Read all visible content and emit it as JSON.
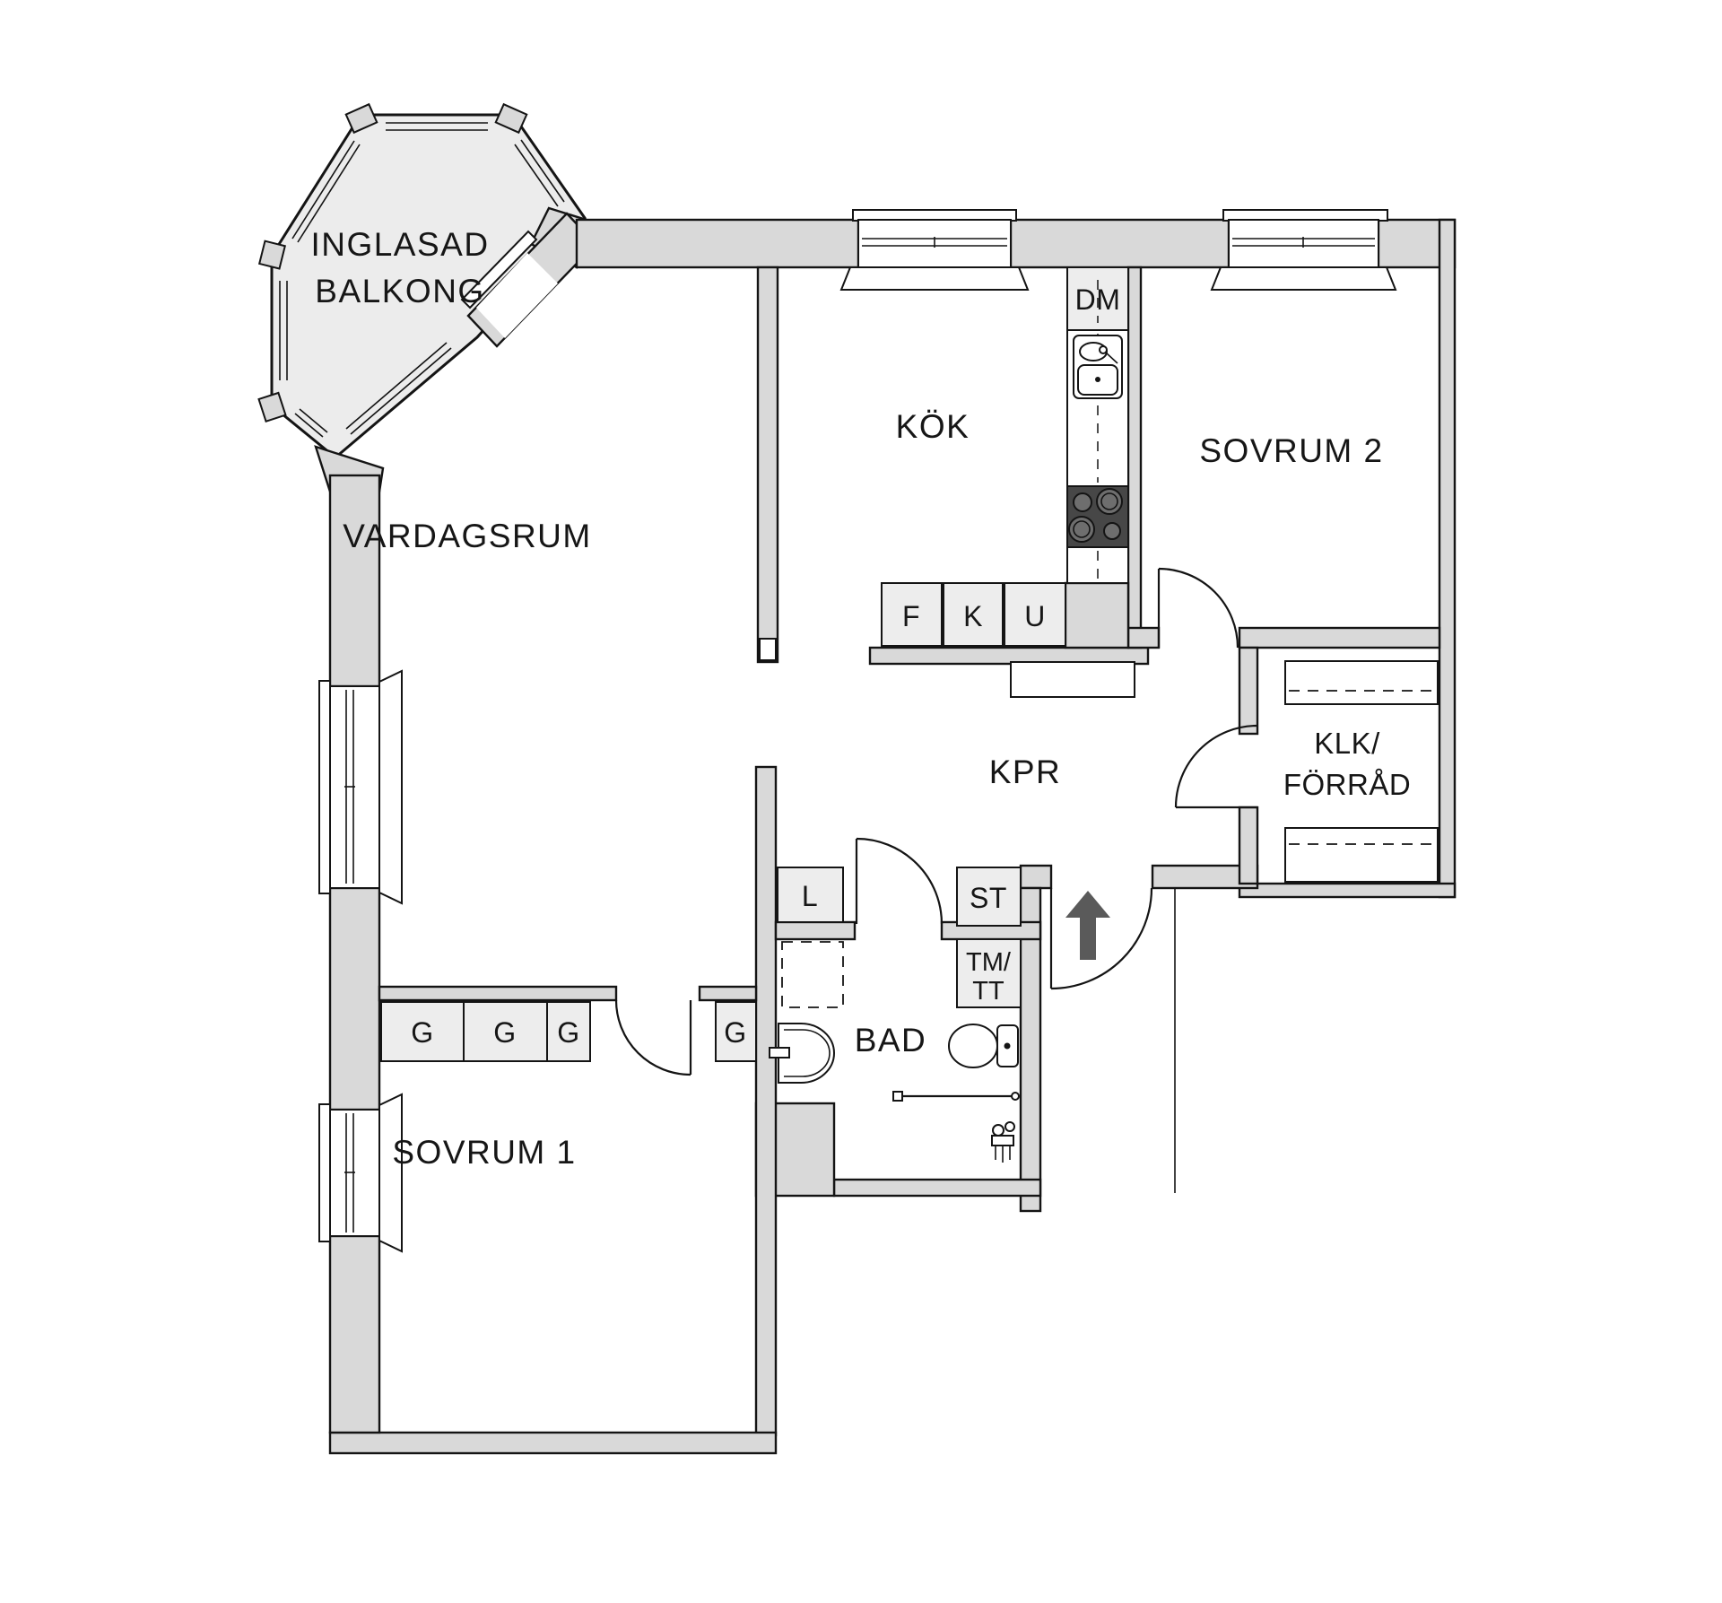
{
  "floorplan": {
    "colors": {
      "wall": "#d9d9d9",
      "balcony_floor": "#ececec",
      "cabinet": "#ededed",
      "stove": "#474747",
      "burner": "#6e6e6e",
      "arrow": "#5a5a5a"
    },
    "rooms": {
      "balcony_line1": "INGLASAD",
      "balcony_line2": "BALKONG",
      "living": "VARDAGSRUM",
      "kitchen": "KÖK",
      "bedroom2": "SOVRUM 2",
      "corridor": "KPR",
      "closet_line1": "KLK/",
      "closet_line2": "FÖRRÅD",
      "bath": "BAD",
      "bedroom1": "SOVRUM 1"
    },
    "fixtures": {
      "dishwasher": "DM",
      "freezer": "F",
      "fridge": "K",
      "oven": "U",
      "wardrobe1": "G",
      "wardrobe2": "G",
      "wardrobe3": "G",
      "wardrobe4": "G",
      "linen": "L",
      "cleaning": "ST",
      "washer_line1": "TM/",
      "washer_line2": "TT"
    }
  }
}
